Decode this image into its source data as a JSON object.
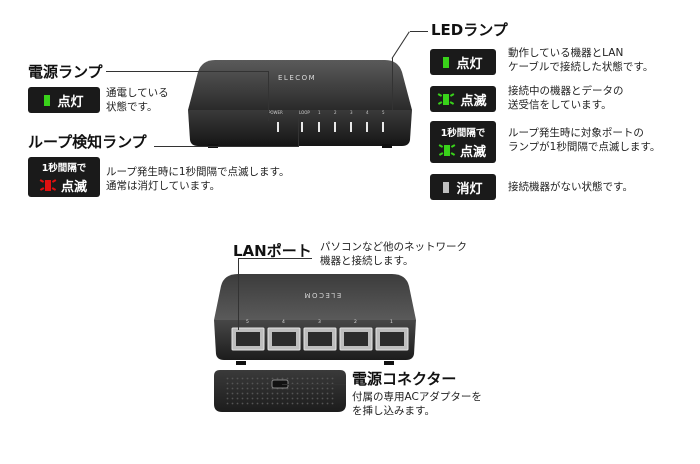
{
  "led_lamp": {
    "title": "LEDランプ",
    "states": [
      {
        "label": "点灯",
        "desc": "動作している機器とLAN\nケーブルで接続した状態です。",
        "led_color": "#39d21a"
      },
      {
        "label": "点滅",
        "desc": "接続中の機器とデータの\n送受信をしています。",
        "led_color": "#39d21a"
      },
      {
        "prefix": "1秒間隔で",
        "label": "点滅",
        "desc": "ループ発生時に対象ポートの\nランプが1秒間隔で点滅します。",
        "led_color": "#39d21a"
      },
      {
        "label": "消灯",
        "desc": "接続機器がない状態です。",
        "led_color": "#bfbfbf"
      }
    ]
  },
  "power_lamp": {
    "title": "電源ランプ",
    "badge_label": "点灯",
    "desc": "通電している\n状態です。",
    "led_color": "#39d21a"
  },
  "loop_lamp": {
    "title": "ループ検知ランプ",
    "badge_prefix": "1秒間隔で",
    "badge_label": "点滅",
    "desc": "ループ発生時に1秒間隔で点滅します。\n通常は消灯しています。",
    "led_color": "#e01010"
  },
  "lan_port": {
    "title": "LANポート",
    "desc": "パソコンなど他のネットワーク\n機器と接続します。"
  },
  "power_connector": {
    "title": "電源コネクター",
    "desc": "付属の専用ACアダプターを\nを挿し込みます。"
  },
  "device": {
    "brand": "ELECOM",
    "top_labels": [
      "POWER",
      "LOOP",
      "1",
      "2",
      "3",
      "4",
      "5"
    ],
    "port_numbers": [
      "5",
      "4",
      "3",
      "2",
      "1"
    ]
  }
}
